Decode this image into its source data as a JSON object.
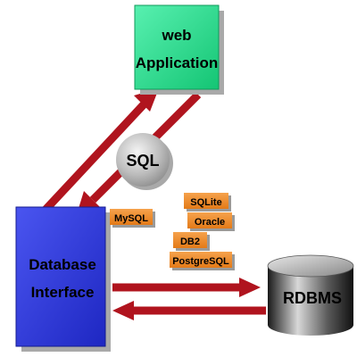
{
  "nodes": {
    "web_application": {
      "line1": "web",
      "line2": "Application"
    },
    "sql": {
      "label": "SQL"
    },
    "database_interface": {
      "line1": "Database",
      "line2": "Interface"
    },
    "rdbms": {
      "label": "RDBMS"
    }
  },
  "driver_tags": [
    "MySQL",
    "SQLite",
    "Oracle",
    "DB2",
    "PostgreSQL"
  ],
  "colors": {
    "web_application_fill": "#23d98a",
    "database_interface_fill": "#2b35d6",
    "arrow": "#b0141e",
    "tag_fill": "#f08c2d",
    "sql_circle": "#bcbcbc",
    "rdbms_cylinder": "#2f2f2f",
    "shadow": "#a9a9a9"
  }
}
